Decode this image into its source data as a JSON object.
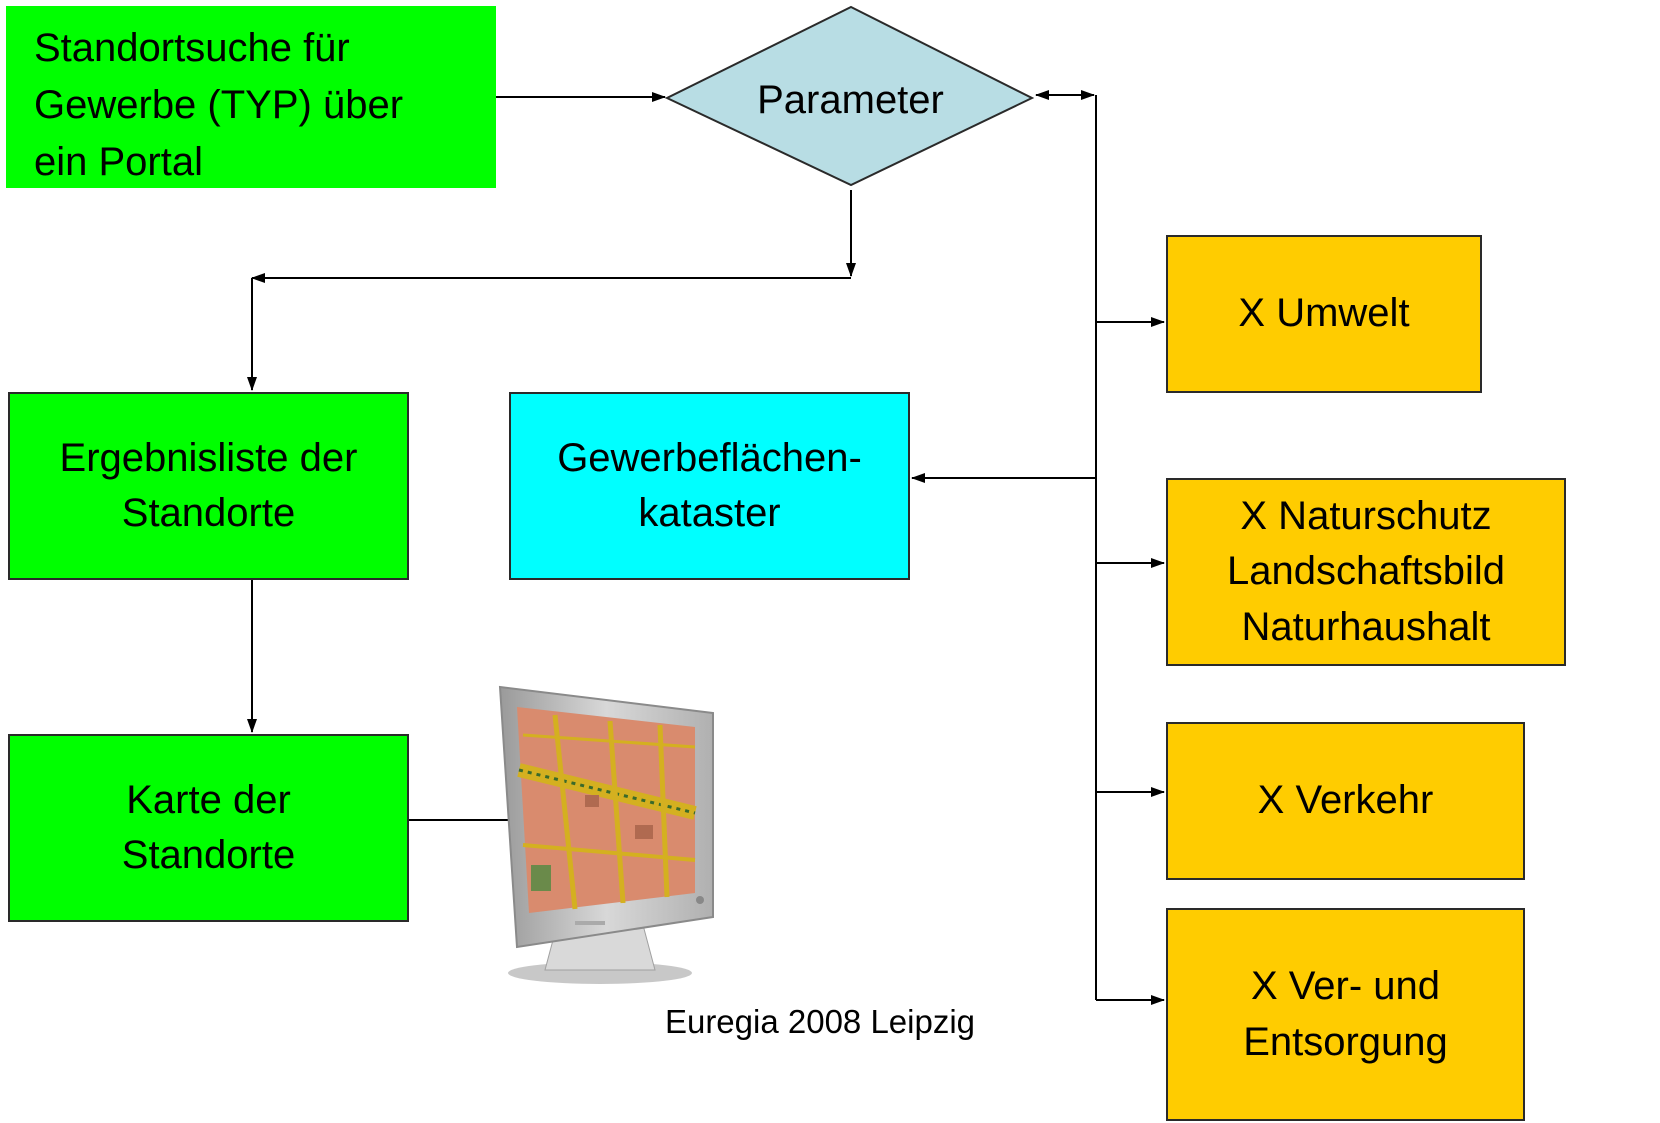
{
  "nodes": {
    "start": [
      "Standortsuche für",
      "Gewerbe (TYP) über",
      "ein Portal"
    ],
    "parameter": "Parameter",
    "ergebnis": [
      "Ergebnisliste der",
      "Standorte"
    ],
    "karte": [
      "Karte der",
      "Standorte"
    ],
    "kataster": [
      "Gewerbeflächen-",
      "kataster"
    ],
    "umwelt": [
      "X Umwelt"
    ],
    "natur": [
      "X Naturschutz",
      "Landschaftsbild",
      "Naturhaushalt"
    ],
    "verkehr": [
      "X Verkehr"
    ],
    "entsorgung": [
      "X Ver- und",
      "Entsorgung"
    ]
  },
  "footer": "Euregia 2008 Leipzig",
  "colors": {
    "start_fill": "#00ff00",
    "result_fill": "#00ff00",
    "cadastre_fill": "#00ffff",
    "diamond_fill": "#b8dde4",
    "factor_fill": "#ffcc00",
    "line": "#000000"
  },
  "icons": {
    "monitor": "monitor-with-map-icon"
  }
}
